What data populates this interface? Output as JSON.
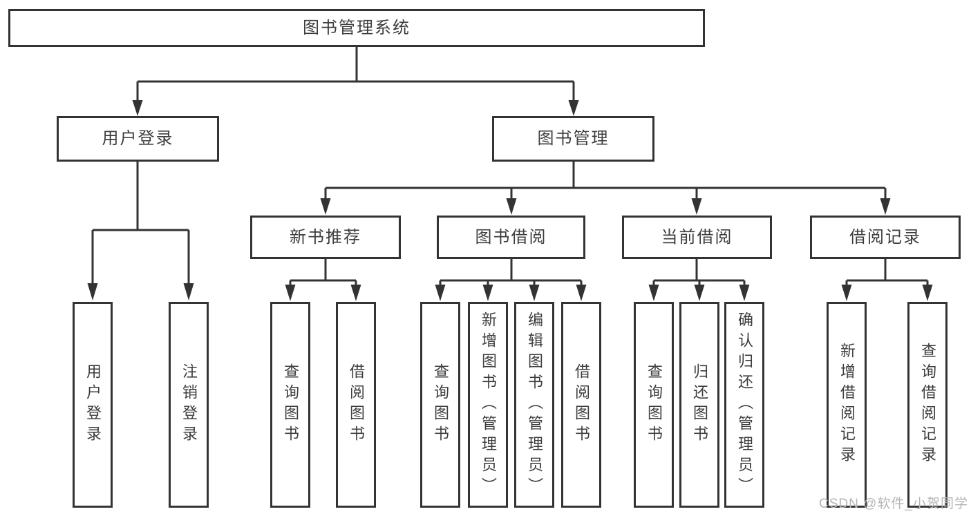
{
  "colors": {
    "line": "#333333",
    "text": "#3d3d3d",
    "background": "#ffffff",
    "watermark": "#b4b4b4"
  },
  "watermark": "CSDN @软件_小贺同学",
  "tree": {
    "root": {
      "label": "图书管理系统"
    },
    "level2": [
      {
        "label": "用户登录",
        "children": [
          "用户登录",
          "注销登录"
        ]
      },
      {
        "label": "图书管理"
      }
    ],
    "level3": [
      {
        "label": "新书推荐",
        "children": [
          "查询图书",
          "借阅图书"
        ]
      },
      {
        "label": "图书借阅",
        "children": [
          "查询图书",
          "新增图书（管理员）",
          "编辑图书（管理员）",
          "借阅图书"
        ]
      },
      {
        "label": "当前借阅",
        "children": [
          "查询图书",
          "归还图书",
          "确认归还（管理员）"
        ]
      },
      {
        "label": "借阅记录",
        "children": [
          "新增借阅记录",
          "查询借阅记录"
        ]
      }
    ]
  }
}
